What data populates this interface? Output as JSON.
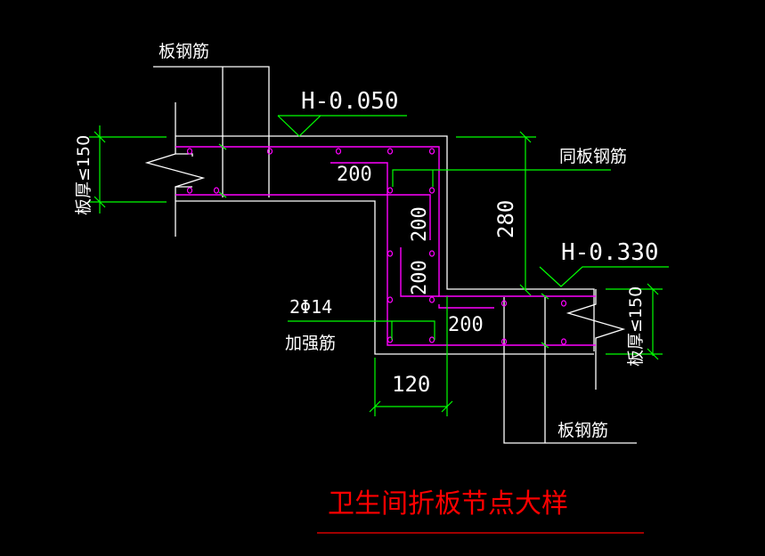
{
  "title": "卫生间折板节点大样",
  "labels": {
    "slab_rebar_top": "板钢筋",
    "slab_rebar_bottom": "板钢筋",
    "same_as_slab_rebar": "同板钢筋",
    "reinforcement_spec": "2Φ14",
    "reinforcement_label": "加强筋",
    "slab_thickness_left": "板厚≤150",
    "slab_thickness_right": "板厚≤150"
  },
  "elevations": {
    "upper": "H-0.050",
    "lower": "H-0.330"
  },
  "dimensions": {
    "top_anchor": "200",
    "vertical_anchor_upper": "200",
    "vertical_anchor_lower": "200",
    "bottom_anchor": "200",
    "drop_height": "280",
    "wall_width": "120"
  },
  "colors": {
    "background": "#000000",
    "outline": "#ffffff",
    "dimension": "#00ff00",
    "rebar": "#ff00ff",
    "title": "#ff0000"
  }
}
